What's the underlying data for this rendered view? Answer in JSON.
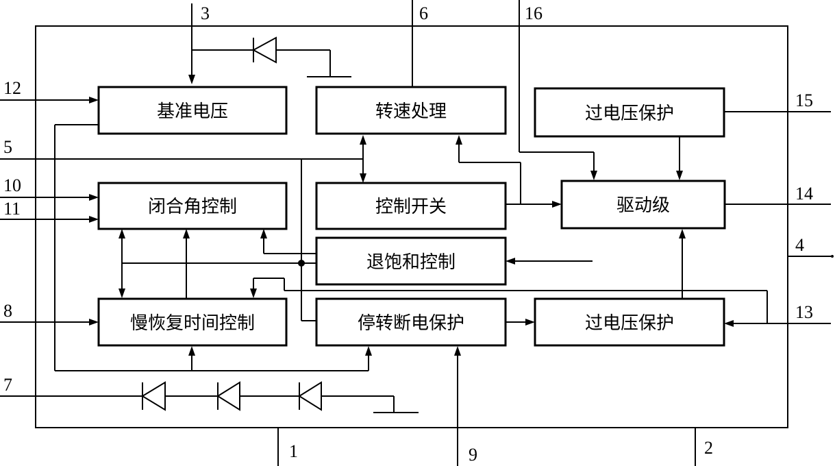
{
  "blocks": {
    "ref_voltage": "基准电压",
    "speed_proc": "转速处理",
    "overvolt_top": "过电压保护",
    "dwell_ctrl": "闭合角控制",
    "ctrl_switch": "控制开关",
    "driver": "驱动级",
    "desat_ctrl": "退饱和控制",
    "slow_recover": "慢恢复时间控制",
    "stall_protect": "停转断电保护",
    "overvolt_bottom": "过电压保护"
  },
  "pins": {
    "p1": "1",
    "p2": "2",
    "p3": "3",
    "p4": "4",
    "p5": "5",
    "p6": "6",
    "p7": "7",
    "p8": "8",
    "p9": "9",
    "p10": "10",
    "p11": "11",
    "p12": "12",
    "p13": "13",
    "p14": "14",
    "p15": "15",
    "p16": "16"
  }
}
